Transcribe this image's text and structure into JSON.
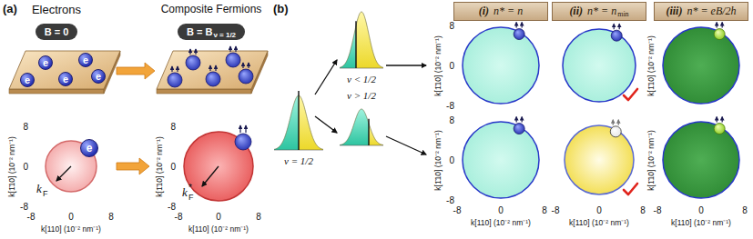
{
  "diagram": {
    "nodes": [
      {
        "text": [
          "B = 0"
        ]
      },
      {
        "text": [
          "B = B",
          "ν = 1/2"
        ]
      },
      {
        "text": [
          "e"
        ]
      },
      {
        "text": [
          "e"
        ]
      },
      {
        "text": [
          "e"
        ]
      },
      {
        "text": [
          "e"
        ]
      },
      {
        "text": [
          "e"
        ]
      },
      {
        "text": [
          "e"
        ]
      },
      {
        "text": [
          "(i)",
          "n* = n"
        ]
      },
      {
        "text": [
          "(ii)",
          "n* = n",
          "min"
        ]
      },
      {
        "text": [
          "(iii)",
          "n* = eB/2h"
        ]
      }
    ],
    "labels": [
      "(a)",
      "Electrons",
      "Composite Fermions",
      "(b)",
      "ν = 1/2",
      "ν < 1/2",
      "ν > 1/2",
      "k",
      "F",
      "k",
      "*",
      "F",
      "k[1̄10] (10⁻² nm⁻¹)",
      "8",
      "0",
      "-8",
      "-8",
      "0",
      "8",
      "k[110] (10⁻² nm⁻¹)",
      "k[1̄10] (10⁻² nm⁻¹)",
      "8",
      "0",
      "-8",
      "-8",
      "0",
      "8",
      "k[110] (10⁻² nm⁻¹)",
      "k[1̄10] (10⁻² nm⁻¹)",
      "8",
      "0",
      "-8",
      "k[1̄10] (10⁻² nm⁻¹)",
      "k[1̄10] (10⁻² nm⁻¹)",
      "8",
      "0",
      "-8",
      "-8",
      "0",
      "8",
      "k[110] (10⁻² nm⁻¹)",
      "-8",
      "0",
      "8",
      "k[110] (10⁻² nm⁻¹)",
      "k[1̄10] (10⁻² nm⁻¹)",
      "-8",
      "0",
      "8",
      "k[110] (10⁻² nm⁻¹)"
    ]
  }
}
